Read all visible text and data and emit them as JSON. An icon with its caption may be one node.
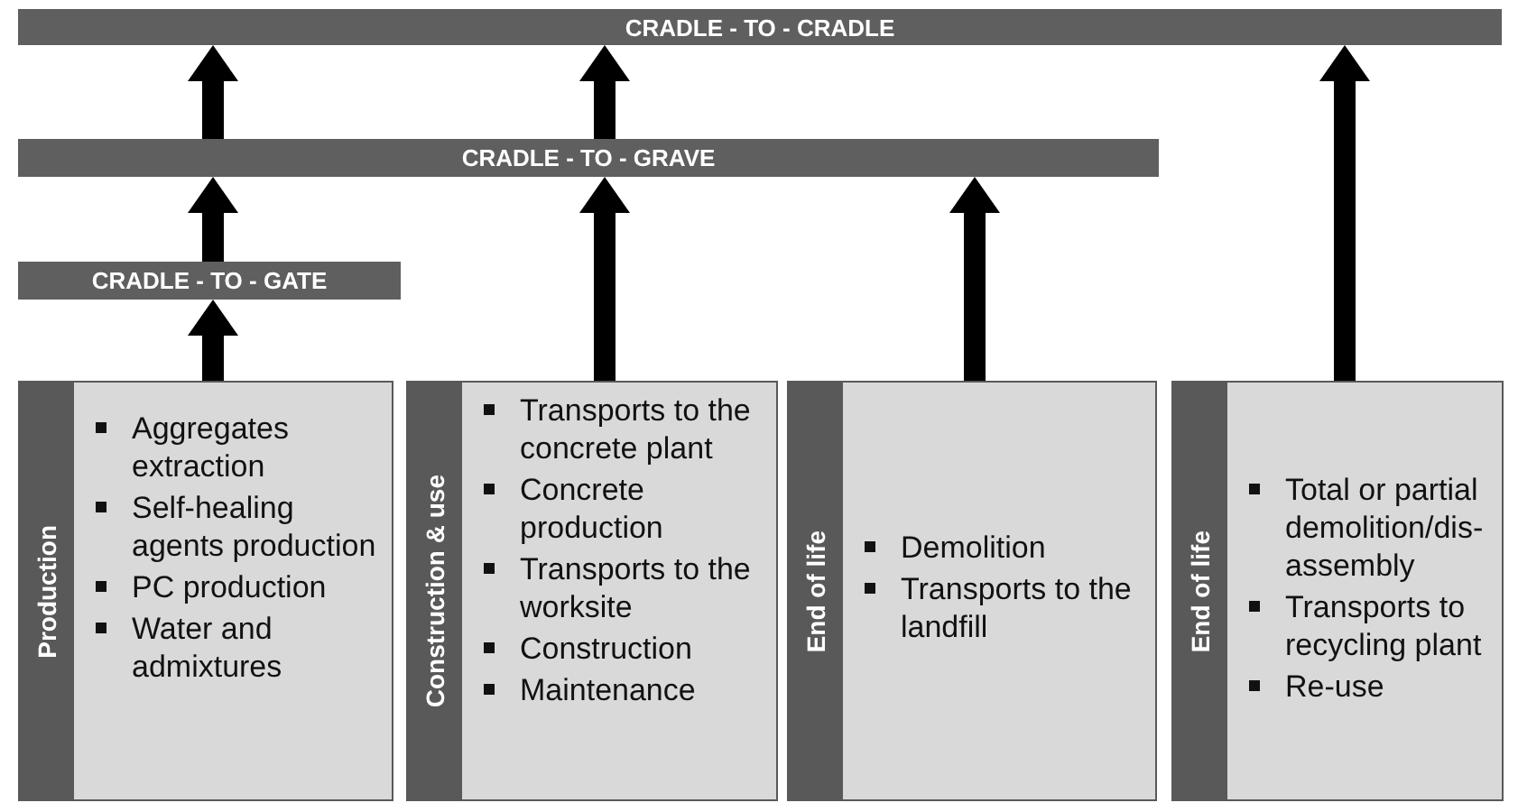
{
  "diagram": {
    "nodes": [
      {
        "text": [
          "CRADLE - TO - CRADLE"
        ]
      },
      {
        "text": [
          "CRADLE - TO - GRAVE"
        ]
      },
      {
        "text": [
          "CRADLE - TO - GATE"
        ]
      },
      {
        "text": [
          "Production",
          "Aggregates extraction",
          "Self-healing agents production",
          "PC production",
          "Water and admixtures"
        ]
      },
      {
        "text": [
          "Construction & use",
          "Transports to the concrete plant",
          "Concrete production",
          "Transports to the worksite",
          "Construction",
          "Maintenance"
        ]
      },
      {
        "text": [
          "End of life",
          "Demolition",
          "Transports to the landfill"
        ]
      },
      {
        "text": [
          "End of life",
          "Total or partial demolition/dis-assembly",
          "Transports to recycling plant",
          "Re-use"
        ]
      }
    ],
    "edges": [
      {
        "from": 3,
        "to": 2,
        "arrow": "to"
      },
      {
        "from": 2,
        "to": 1,
        "arrow": "to"
      },
      {
        "from": 1,
        "to": 0,
        "arrow": "to"
      },
      {
        "from": 4,
        "to": 1,
        "arrow": "to"
      },
      {
        "from": 1,
        "to": 0,
        "arrow": "to"
      },
      {
        "from": 5,
        "to": 1,
        "arrow": "to"
      },
      {
        "from": 6,
        "to": 0,
        "arrow": "to"
      }
    ]
  }
}
